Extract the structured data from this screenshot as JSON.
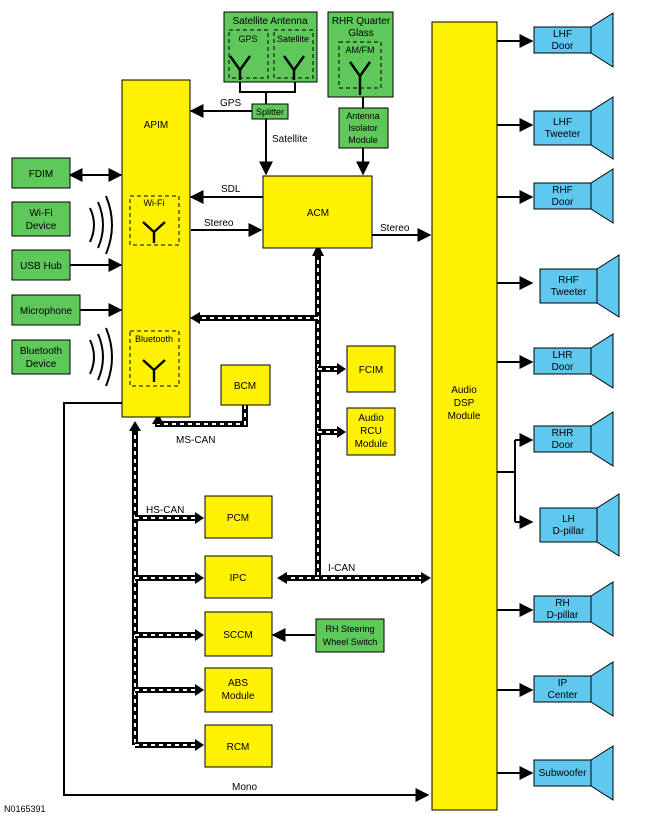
{
  "figure_id": "N0165391",
  "modules": {
    "sat_antenna": "Satellite Antenna",
    "gps": "GPS",
    "satellite": "Satellite",
    "rhr_glass": [
      "RHR Quarter",
      "Glass"
    ],
    "amfm": "AM/FM",
    "splitter": "Splitter",
    "antenna_isolator": [
      "Antenna",
      "Isolator",
      "Module"
    ],
    "apim": "APIM",
    "wifi": "Wi-Fi",
    "bluetooth": "Bluetooth",
    "acm": "ACM",
    "fdim": "FDIM",
    "wifi_device": [
      "Wi-Fi",
      "Device"
    ],
    "usb_hub": "USB Hub",
    "microphone": "Microphone",
    "bt_device": [
      "Bluetooth",
      "Device"
    ],
    "bcm": "BCM",
    "fcim": "FCIM",
    "audio_rcu": [
      "Audio",
      "RCU",
      "Module"
    ],
    "pcm": "PCM",
    "ipc": "IPC",
    "sccm": "SCCM",
    "rh_steering": [
      "RH Steering",
      "Wheel Switch"
    ],
    "abs": [
      "ABS",
      "Module"
    ],
    "rcm": "RCM",
    "audio_dsp": [
      "Audio",
      "DSP",
      "Module"
    ]
  },
  "speakers": [
    [
      "LHF",
      "Door"
    ],
    [
      "LHF",
      "Tweeter"
    ],
    [
      "RHF",
      "Door"
    ],
    [
      "RHF",
      "Tweeter"
    ],
    [
      "LHR",
      "Door"
    ],
    [
      "RHR",
      "Door"
    ],
    [
      "LH",
      "D-pillar"
    ],
    [
      "RH",
      "D-pillar"
    ],
    [
      "IP",
      "Center"
    ],
    [
      "Subwoofer"
    ]
  ],
  "signals": {
    "gps": "GPS",
    "satellite": "Satellite",
    "sdl": "SDL",
    "stereo_apim": "Stereo",
    "stereo_acm": "Stereo",
    "ms_can": "MS-CAN",
    "hs_can": "HS-CAN",
    "i_can": "I-CAN",
    "mono": "Mono"
  }
}
